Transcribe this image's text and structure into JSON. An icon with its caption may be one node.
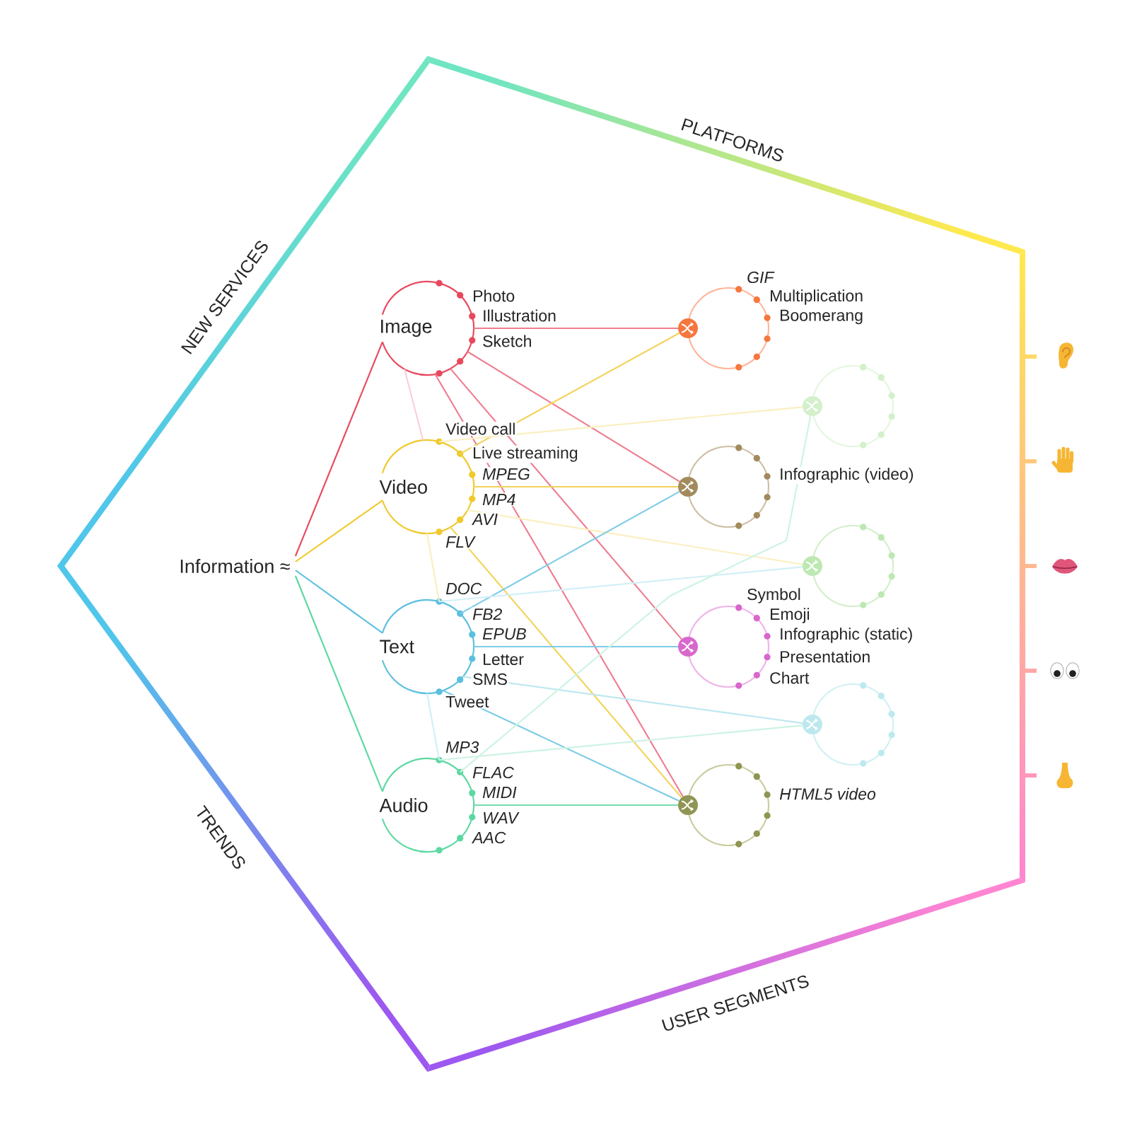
{
  "diagram": {
    "nodes": [
      {
        "text": [
          "Information ≈"
        ]
      },
      {
        "text": [
          "Image"
        ],
        "beside": [
          "Photo",
          "Illustration",
          "Sketch"
        ]
      },
      {
        "text": [
          "Video"
        ],
        "beside": [
          "Video call",
          "Live streaming",
          "MPEG",
          "MP4",
          "AVI",
          "FLV"
        ]
      },
      {
        "text": [
          "Text"
        ],
        "beside": [
          "DOC",
          "FB2",
          "EPUB",
          "Letter",
          "SMS",
          "Tweet"
        ]
      },
      {
        "text": [
          "Audio"
        ],
        "beside": [
          "MP3",
          "FLAC",
          "MIDI",
          "WAV",
          "AAC"
        ]
      },
      {
        "text": [],
        "shape": "circle",
        "beside": [
          "GIF",
          "Multiplication",
          "Boomerang"
        ]
      },
      {
        "text": [],
        "shape": "circle"
      },
      {
        "text": [],
        "shape": "circle",
        "beside": [
          "Infographic (video)"
        ]
      },
      {
        "text": [],
        "shape": "circle"
      },
      {
        "text": [],
        "shape": "circle",
        "beside": [
          "Symbol",
          "Emoji",
          "Infographic (static)",
          "Presentation",
          "Chart"
        ]
      },
      {
        "text": [],
        "shape": "circle"
      },
      {
        "text": [],
        "shape": "circle",
        "beside": [
          "HTML5 video"
        ]
      }
    ],
    "edges": [
      {
        "from": 0,
        "to": 1,
        "arrow": "none",
        "color": "#e8485e"
      },
      {
        "from": 0,
        "to": 2,
        "arrow": "none",
        "color": "#f0c92c"
      },
      {
        "from": 0,
        "to": 3,
        "arrow": "none",
        "color": "#5bbfe0"
      },
      {
        "from": 0,
        "to": 4,
        "arrow": "none",
        "color": "#5dd8a2"
      },
      {
        "from": 1,
        "to": 5,
        "arrow": "none",
        "color": "#ee7d8f"
      },
      {
        "from": 1,
        "to": 7,
        "arrow": "none",
        "color": "#ee7d8f"
      },
      {
        "from": 1,
        "to": 9,
        "arrow": "none",
        "color": "#ee7d8f"
      },
      {
        "from": 1,
        "to": 11,
        "arrow": "none",
        "color": "#ee7d8f"
      },
      {
        "from": 1,
        "to": 2,
        "arrow": "none",
        "color": "#f9d0d7"
      },
      {
        "from": 2,
        "to": 5,
        "arrow": "none",
        "color": "#f3d35a"
      },
      {
        "from": 2,
        "to": 6,
        "arrow": "none",
        "color": "#fbefc0"
      },
      {
        "from": 2,
        "to": 7,
        "arrow": "none",
        "color": "#f3d35a"
      },
      {
        "from": 2,
        "to": 8,
        "arrow": "none",
        "color": "#fbefc0"
      },
      {
        "from": 2,
        "to": 11,
        "arrow": "none",
        "color": "#f3d35a"
      },
      {
        "from": 2,
        "to": 3,
        "arrow": "none",
        "color": "#fbefc0"
      },
      {
        "from": 3,
        "to": 7,
        "arrow": "none",
        "color": "#7dcce6"
      },
      {
        "from": 3,
        "to": 8,
        "arrow": "none",
        "color": "#d2eff7"
      },
      {
        "from": 3,
        "to": 9,
        "arrow": "none",
        "color": "#7dcce6"
      },
      {
        "from": 3,
        "to": 10,
        "arrow": "none",
        "color": "#bfe8f2"
      },
      {
        "from": 3,
        "to": 11,
        "arrow": "none",
        "color": "#7dcce6"
      },
      {
        "from": 3,
        "to": 4,
        "arrow": "none",
        "color": "#d2eff7"
      },
      {
        "from": 4,
        "to": 6,
        "arrow": "none",
        "color": "#cdf3e2"
      },
      {
        "from": 4,
        "to": 10,
        "arrow": "none",
        "color": "#cdf3e2"
      },
      {
        "from": 4,
        "to": 11,
        "arrow": "none",
        "color": "#75dcb0"
      }
    ],
    "labels": [
      "PLATFORMS",
      "NEW SERVICES",
      "TRENDS",
      "USER SEGMENTS"
    ]
  }
}
